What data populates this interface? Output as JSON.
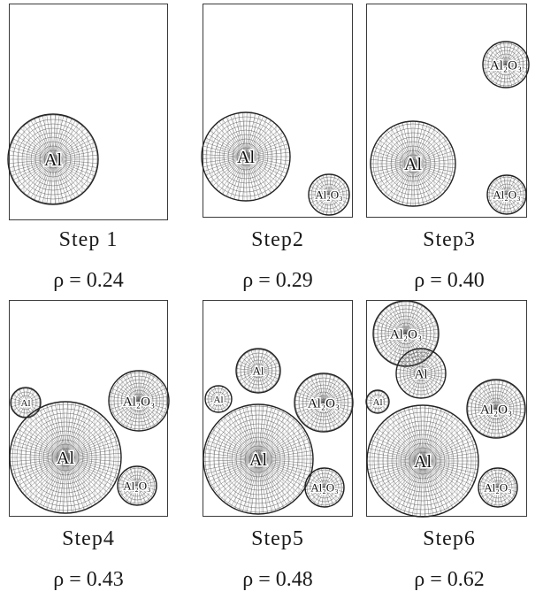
{
  "panels": [
    {
      "step": "Step 1",
      "rho": "ρ = 0.24",
      "particles": [
        {
          "label": "Al",
          "size": "large"
        }
      ]
    },
    {
      "step": "Step2",
      "rho": "ρ = 0.29",
      "particles": [
        {
          "label": "Al",
          "size": "large"
        },
        {
          "label": "Al₂O₃",
          "size": "small"
        }
      ]
    },
    {
      "step": "Step3",
      "rho": "ρ = 0.40",
      "particles": [
        {
          "label": "Al",
          "size": "large"
        },
        {
          "label": "Al₂O₃",
          "size": "medium"
        },
        {
          "label": "Al₂O₃",
          "size": "small"
        }
      ]
    },
    {
      "step": "Step4",
      "rho": "ρ = 0.43",
      "particles": [
        {
          "label": "Al",
          "size": "xsmall"
        },
        {
          "label": "Al₂O₃",
          "size": "medium"
        },
        {
          "label": "Al",
          "size": "xlarge"
        },
        {
          "label": "Al₂O₃",
          "size": "small"
        }
      ]
    },
    {
      "step": "Step5",
      "rho": "ρ = 0.48",
      "particles": [
        {
          "label": "Al",
          "size": "xsmall"
        },
        {
          "label": "Al",
          "size": "small"
        },
        {
          "label": "Al₂O₃",
          "size": "medium"
        },
        {
          "label": "Al",
          "size": "xlarge"
        },
        {
          "label": "Al₂O₃",
          "size": "small"
        }
      ]
    },
    {
      "step": "Step6",
      "rho": "ρ = 0.62",
      "particles": [
        {
          "label": "Al₂O₃",
          "size": "medium"
        },
        {
          "label": "Al",
          "size": "xsmall"
        },
        {
          "label": "Al",
          "size": "small"
        },
        {
          "label": "Al₂O₃",
          "size": "medium"
        },
        {
          "label": "Al",
          "size": "xlarge"
        },
        {
          "label": "Al₂O₃",
          "size": "small"
        }
      ]
    }
  ]
}
